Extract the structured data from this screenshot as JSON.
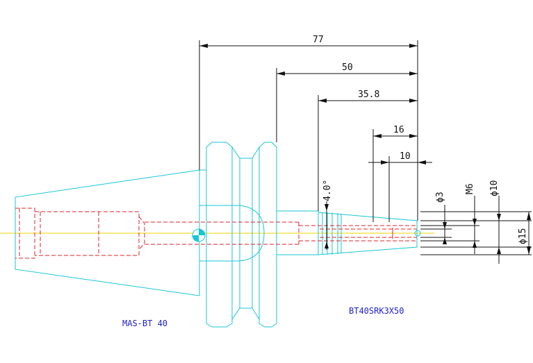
{
  "diagram": {
    "colors": {
      "outline": "#19c6d6",
      "hidden": "#e0202a",
      "dimension": "#111111",
      "centerline": "#f2d400",
      "label": "#1f1fcf"
    },
    "labels": {
      "holder": "MAS-BT 40",
      "part": "BT40SRK3X50"
    },
    "dimensions": {
      "overall": "77",
      "gauge": "50",
      "taper": "35.8",
      "depth": "16",
      "thread": "10",
      "angle": "4.0°",
      "dia_bore": "ϕ3",
      "thread_size": "M6",
      "dia_inner": "ϕ10",
      "dia_outer": "ϕ15"
    }
  }
}
